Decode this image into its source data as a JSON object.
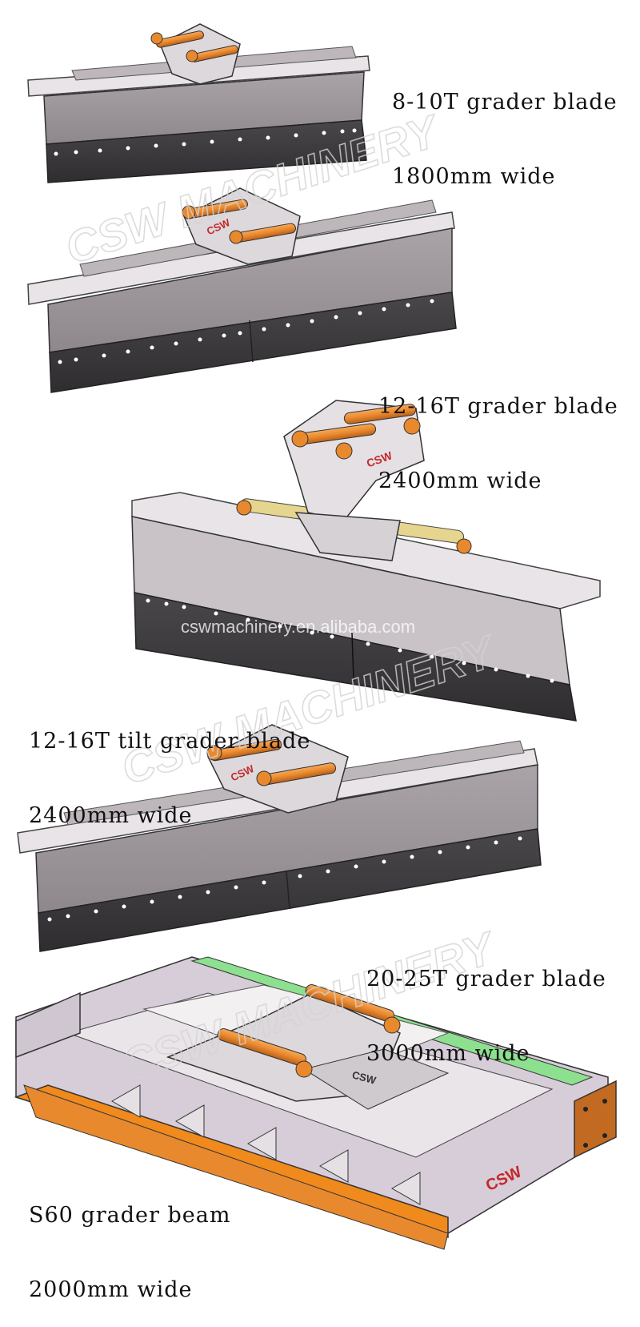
{
  "colors": {
    "blade_face": "#9a9297",
    "blade_top": "#e4e0e3",
    "cutting_edge": "#3d3b3e",
    "pin": "#e9892e",
    "bracket": "#dcd8db",
    "logo_red": "#c4282a",
    "roller_green": "#8de08f",
    "beam_orange": "#f08a1c",
    "frame_lilac": "#d6cdd8"
  },
  "watermark": {
    "brand": "CSW MACHINERY",
    "url": "cswmachinery.en.alibaba.com"
  },
  "items": [
    {
      "title": "8-10T grader blade",
      "width": "1800mm wide"
    },
    {
      "title": "12-16T grader blade",
      "width": "2400mm wide"
    },
    {
      "title": "12-16T tilt grader blade",
      "width": "2400mm wide"
    },
    {
      "title": "20-25T grader blade",
      "width": "3000mm wide"
    },
    {
      "title": "S60 grader beam",
      "width": "2000mm wide"
    }
  ],
  "logos": {
    "bracket_logo": "CSW",
    "plate_logo": "CSW",
    "side_logo": "CSW"
  }
}
